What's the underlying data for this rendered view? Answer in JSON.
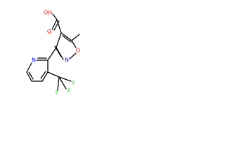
{
  "molecule": {
    "atoms": {
      "o_hydroxyl": {
        "label": "OH",
        "color": "#ff0000"
      },
      "o_carbonyl": {
        "label": "O",
        "color": "#ff0000"
      },
      "o_ring": {
        "label": "O",
        "color": "#ff0000"
      },
      "n_isoxazole": {
        "label": "N",
        "color": "#0000ff"
      },
      "n_pyridine": {
        "label": "N",
        "color": "#0000ff"
      },
      "f_1": {
        "label": "F",
        "color": "#33cc33"
      },
      "f_2": {
        "label": "F",
        "color": "#33cc33"
      },
      "f_3": {
        "label": "F",
        "color": "#33cc33"
      }
    },
    "bond_color": "#000000"
  }
}
